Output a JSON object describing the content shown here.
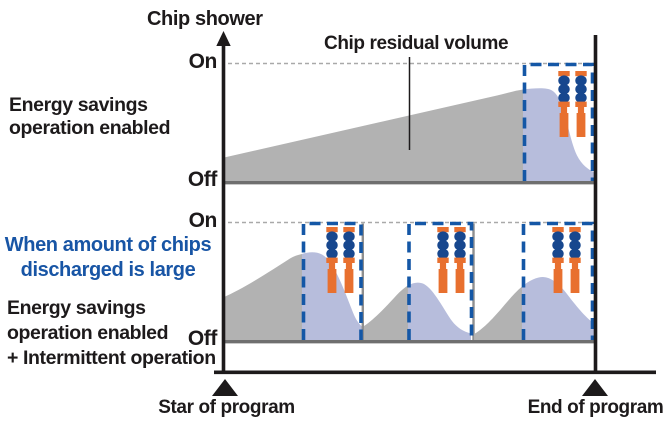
{
  "labels": {
    "title": "Chip shower",
    "residual_volume": "Chip residual volume",
    "top_on": "On",
    "top_off": "Off",
    "bottom_on": "On",
    "bottom_off": "Off",
    "top_label_1": "Energy savings",
    "top_label_2": "operation enabled",
    "blue_label_1": "When amount of chips",
    "blue_label_2": "discharged is large",
    "bottom_label_1": "Energy savings",
    "bottom_label_2": "operation enabled",
    "bottom_label_3": "+ Intermittent operation",
    "start_marker": "Star of program",
    "end_marker": "End of program"
  },
  "colors": {
    "residual_area_gray": "#b2b2b2",
    "residual_area_after_shower": "#b7bddc",
    "shower_on_window_blue": "#1457a6",
    "nozzle_blue": "#17478e",
    "nozzle_orange": "#e8702f",
    "highlight_text_blue": "#1855a5",
    "text_black": "#1d1a1b",
    "off_baseline_gray": "#6f6f6f",
    "segment_separator_gray": "#8f8f8f",
    "on_level_dash_gray": "#a9a9a9",
    "axis_black": "#1d1a1b"
  },
  "icons": {
    "shower_nozzle": "shower-nozzle-icon",
    "axis_arrow": "up-arrow-icon",
    "program_marker": "triangle-up-marker"
  },
  "figure": {
    "type": "area-timeline",
    "x_axis": [
      "Star of program",
      "End of program"
    ],
    "y_states": [
      "Off",
      "On"
    ],
    "panels": [
      {
        "label": "Energy savings operation enabled",
        "series": "Chip residual volume",
        "humps": 1,
        "shower_on_windows": 1,
        "nozzle_icons": 2
      },
      {
        "label": "Energy savings operation enabled + Intermittent operation",
        "condition": "When amount of chips discharged is large",
        "series": "Chip residual volume",
        "humps": 3,
        "shower_on_windows": 3,
        "nozzle_icons": 6
      }
    ]
  }
}
